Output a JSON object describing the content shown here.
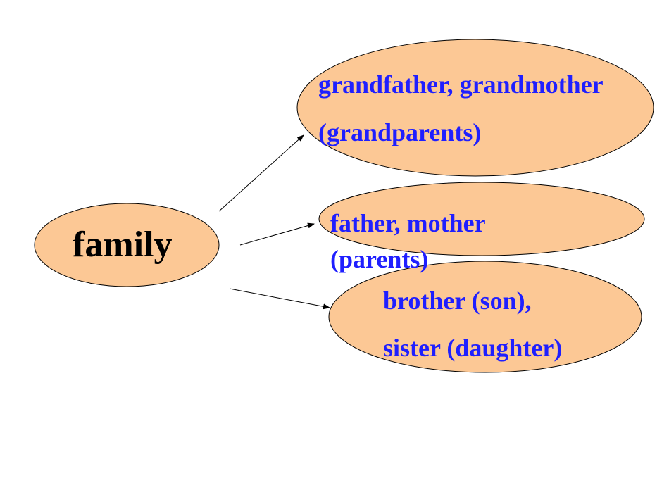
{
  "diagram": {
    "center": {
      "label": "family"
    },
    "nodes": [
      {
        "id": "grandparents",
        "line1": "grandfather, grandmother",
        "line2": "(grandparents)"
      },
      {
        "id": "parents",
        "line1": "father, mother",
        "line2": "(parents)"
      },
      {
        "id": "children",
        "line1": "brother (son),",
        "line2": "sister (daughter)"
      }
    ],
    "colors": {
      "ellipse_fill": "#fcc895",
      "ellipse_stroke": "#000000",
      "node_text": "#1f1fff",
      "center_text": "#000000",
      "arrow": "#000000"
    }
  }
}
